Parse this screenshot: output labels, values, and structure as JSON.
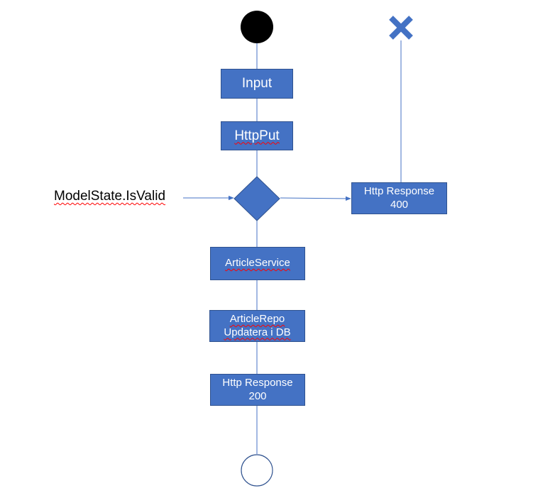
{
  "nodes": {
    "input": "Input",
    "httpput": "HttpPut",
    "article_service": "ArticleService",
    "article_repo_line1": "ArticleRepo",
    "article_repo_line2": "Updatera i DB",
    "response_200_line1": "Http Response",
    "response_200_line2": "200",
    "response_400_line1": "Http Response",
    "response_400_line2": "400"
  },
  "decision_label": "ModelState.IsValid",
  "colors": {
    "box_fill": "#4472c4",
    "box_border": "#2f528f",
    "connector": "#4472c4",
    "start_node": "#000000",
    "end_node_border": "#2f528f",
    "terminate_x": "#4472c4"
  }
}
